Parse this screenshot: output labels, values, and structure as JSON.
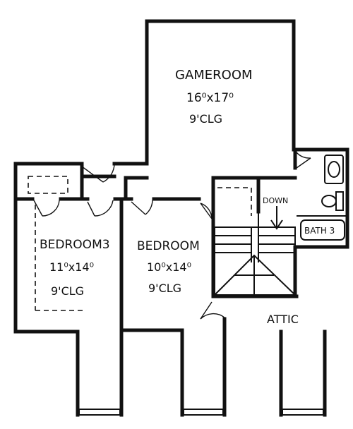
{
  "rooms": {
    "gameroom": {
      "name": "GAMEROOM",
      "size": "16⁰x17⁰",
      "ceiling": "9'CLG"
    },
    "bedroom3": {
      "name": "BEDROOM3",
      "size": "11⁰x14⁰",
      "ceiling": "9'CLG"
    },
    "bedroom": {
      "name": "BEDROOM",
      "size": "10⁰x14⁰",
      "ceiling": "9'CLG"
    },
    "bath3": {
      "name": "BATH 3"
    },
    "attic": {
      "name": "ATTIC"
    }
  },
  "stairs": {
    "label": "DOWN"
  }
}
